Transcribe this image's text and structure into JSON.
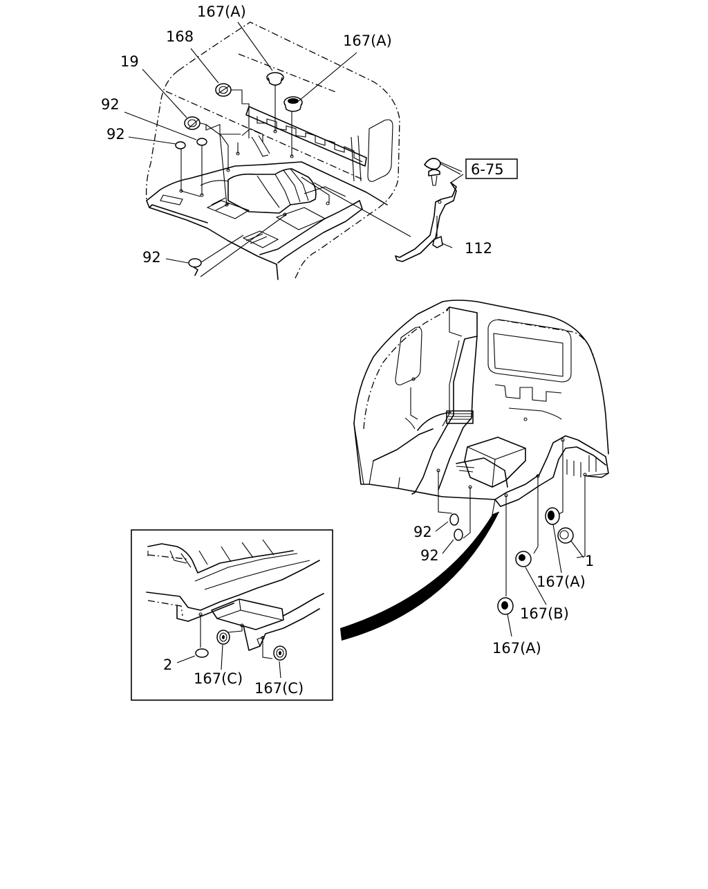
{
  "diagram": {
    "top_view": {
      "labels": {
        "p167a_top": "167(A)",
        "p168": "168",
        "p167a_right": "167(A)",
        "p19": "19",
        "p92_a": "92",
        "p92_b": "92",
        "p92_c": "92",
        "p112": "112",
        "ref_6_75": "6-75"
      }
    },
    "bottom_view": {
      "labels": {
        "p92_d": "92",
        "p92_e": "92",
        "p1": "1",
        "p167a_mid": "167(A)",
        "p167b": "167(B)",
        "p167a_low": "167(A)"
      }
    },
    "detail_inset": {
      "labels": {
        "p2": "2",
        "p167c_left": "167(C)",
        "p167c_right": "167(C)"
      }
    }
  }
}
